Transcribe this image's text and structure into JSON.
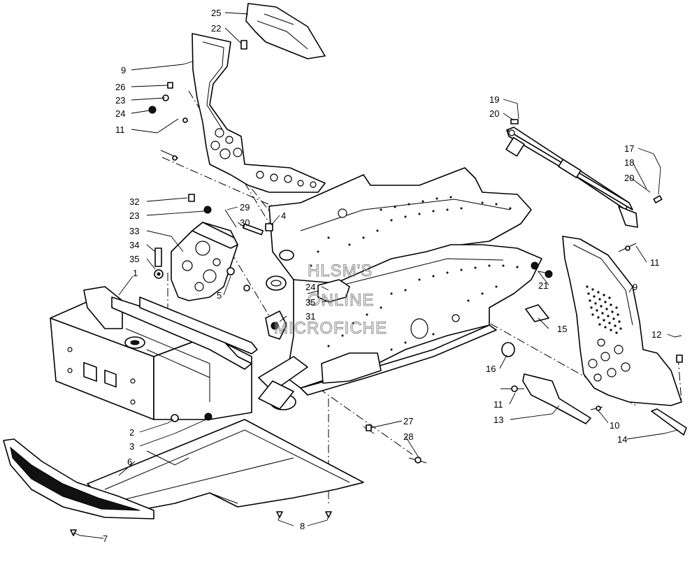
{
  "callouts": {
    "c25": "25",
    "c22": "22",
    "c9a": "9",
    "c26": "26",
    "c23a": "23",
    "c24a": "24",
    "c11a": "11",
    "c32": "32",
    "c23b": "23",
    "c29": "29",
    "c30": "30",
    "c4": "4",
    "c33": "33",
    "c34": "34",
    "c35a": "35",
    "c1": "1",
    "c5": "5",
    "c24b": "24",
    "c35b": "35",
    "c31": "31",
    "c2": "2",
    "c3": "3",
    "c6": "6",
    "c7": "7",
    "c8": "8",
    "c27": "27",
    "c28": "28",
    "c19": "19",
    "c20a": "20",
    "c17": "17",
    "c18": "18",
    "c20b": "20",
    "c11b": "11",
    "c21": "21",
    "c9b": "9",
    "c15": "15",
    "c12": "12",
    "c16": "16",
    "c11c": "11",
    "c13": "13",
    "c10": "10",
    "c14": "14"
  },
  "watermark": {
    "line1": "HLSM'S",
    "line2": "ONLINE",
    "line3": "MICROFICHE"
  }
}
